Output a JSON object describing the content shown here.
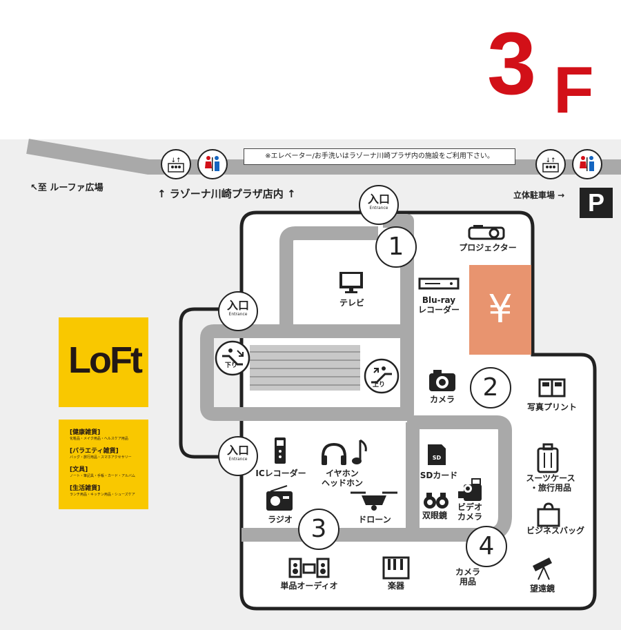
{
  "floor": {
    "number": "3",
    "unit": "F"
  },
  "top_notice": "※エレベーター/お手洗いはラゾーナ川崎プラザ内の施設をご利用下さい。",
  "directions": {
    "roofa": "↖至 ルーファ広場",
    "plaza": "↑ ラゾーナ川崎プラザ店内 ↑",
    "parking": "立体駐車場 →",
    "parking_sign": "P"
  },
  "entrances": [
    {
      "label": "入口",
      "sub": "Entrance"
    },
    {
      "label": "入口",
      "sub": "Entrance"
    },
    {
      "label": "入口",
      "sub": "Entrance"
    }
  ],
  "escalators": {
    "down": "下り",
    "up": "上り"
  },
  "zones": [
    "1",
    "2",
    "3",
    "4"
  ],
  "yen_symbol": "¥",
  "loft": {
    "logo": "LoFt",
    "categories": [
      {
        "title": "[健康雑貨]",
        "sub": "化粧品・メイク用品・ヘルスケア用品"
      },
      {
        "title": "[バラエティ雑貨]",
        "sub": "バッグ・旅行用品・スマホアクセサリー"
      },
      {
        "title": "[文具]",
        "sub": "ノート・筆記具・手帳・カード・アルバム"
      },
      {
        "title": "[生活雑貨]",
        "sub": "ランチ用品・キッチン用品・シューズケア"
      }
    ]
  },
  "items": {
    "tv": "テレビ",
    "projector": "プロジェクター",
    "bluray_l1": "Blu-ray",
    "bluray_l2": "レコーダー",
    "camera": "カメラ",
    "photo_print": "写真プリント",
    "ic_recorder": "ICレコーダー",
    "earphone_l1": "イヤホン",
    "earphone_l2": "ヘッドホン",
    "sd_card": "SDカード",
    "suitcase_l1": "スーツケース",
    "suitcase_l2": "・旅行用品",
    "radio": "ラジオ",
    "drone": "ドローン",
    "binoculars": "双眼鏡",
    "video_l1": "ビデオ",
    "video_l2": "カメラ",
    "business_bag": "ビジネスバッグ",
    "audio": "単品オーディオ",
    "instrument": "楽器",
    "camera_goods_l1": "カメラ",
    "camera_goods_l2": "用品",
    "telescope": "望遠鏡"
  },
  "colors": {
    "accent": "#d21018",
    "loft_yellow": "#f9c800",
    "yen_block": "#e8946f",
    "aisle": "#a9a9a9",
    "ground": "#efefef"
  },
  "icons": [
    "elevator-icon",
    "restroom-icon",
    "tv-icon",
    "projector-icon",
    "bluray-recorder-icon",
    "camera-icon",
    "photo-print-icon",
    "ic-recorder-icon",
    "headphones-icon",
    "music-note-icon",
    "sd-card-icon",
    "suitcase-icon",
    "radio-icon",
    "drone-icon",
    "binoculars-icon",
    "video-camera-icon",
    "business-bag-icon",
    "audio-icon",
    "piano-icon",
    "telescope-icon"
  ]
}
